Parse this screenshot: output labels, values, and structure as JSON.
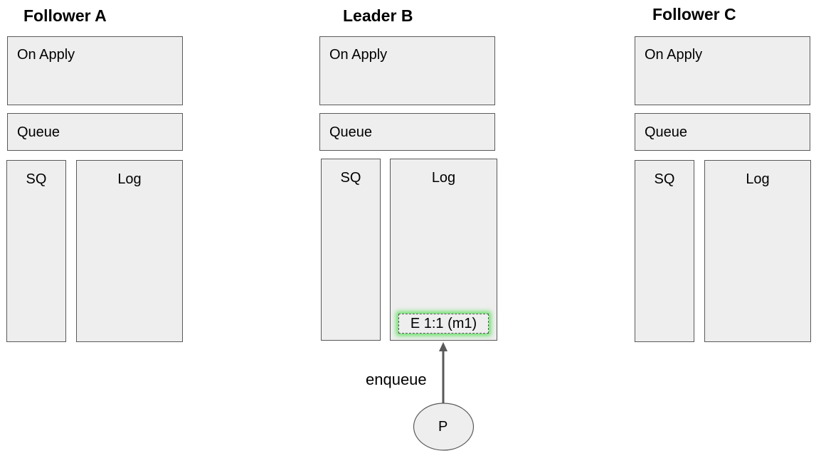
{
  "nodes": [
    {
      "title": "Follower A",
      "on_apply": "On Apply",
      "queue": "Queue",
      "sq": "SQ",
      "log": "Log"
    },
    {
      "title": "Leader B",
      "on_apply": "On Apply",
      "queue": "Queue",
      "sq": "SQ",
      "log": "Log",
      "log_entry": "E 1:1 (m1)"
    },
    {
      "title": "Follower C",
      "on_apply": "On Apply",
      "queue": "Queue",
      "sq": "SQ",
      "log": "Log"
    }
  ],
  "producer": {
    "label": "P"
  },
  "edge": {
    "label": "enqueue"
  },
  "colors": {
    "box_fill": "#eeeeee",
    "box_stroke": "#595959",
    "entry_glow": "#3cdc3c",
    "arrow": "#595959"
  }
}
